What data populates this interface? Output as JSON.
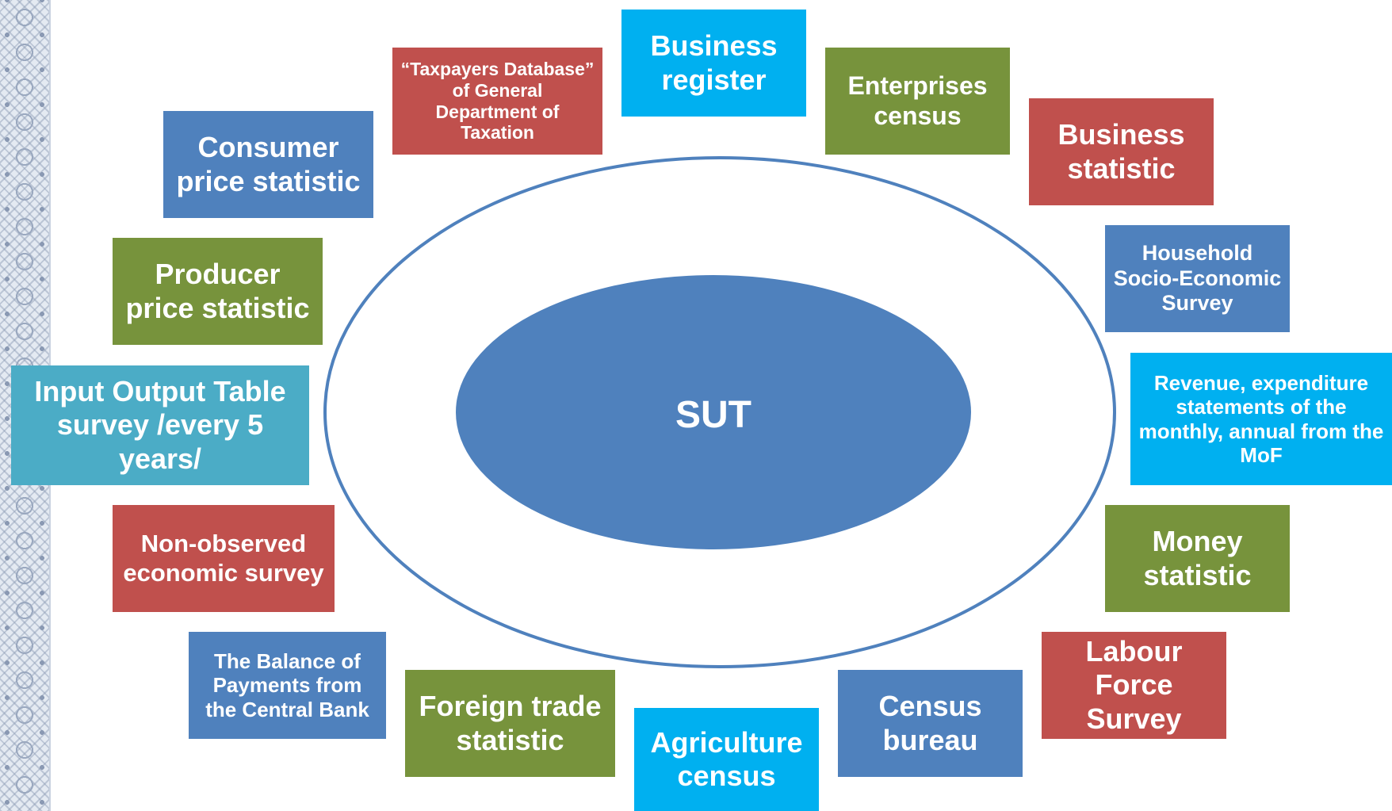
{
  "center": {
    "label": "SUT"
  },
  "boxes": {
    "business_register": "Business register",
    "taxpayers_database": "“Taxpayers Database” of General Department of Taxation",
    "enterprises_census": "Enterprises census",
    "business_statistic": "Business statistic",
    "consumer_price": "Consumer price statistic",
    "household_survey": "Household Socio-Economic Survey",
    "producer_price": "Producer price statistic",
    "input_output": "Input Output Table survey /every 5 years/",
    "revenue_statements": "Revenue, expenditure statements of the monthly, annual from the MoF",
    "non_observed": "Non-observed economic survey",
    "money_statistic": "Money statistic",
    "balance_payments": "The Balance of Payments from the Central Bank",
    "foreign_trade": "Foreign trade statistic",
    "agriculture_census": "Agriculture census",
    "census_bureau": "Census bureau",
    "labour_force": "Labour Force Survey"
  },
  "colors": {
    "blue": "#4f81bd",
    "red": "#c0504d",
    "green": "#77933c",
    "cyan": "#00b0f0",
    "teal": "#4bacc6",
    "ring": "#4f81bd"
  }
}
